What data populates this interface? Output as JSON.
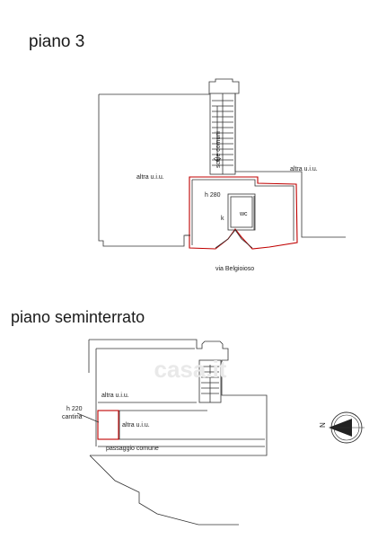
{
  "floor3": {
    "title": "piano 3",
    "labels": {
      "stairs": "scale comuni",
      "other_left": "altra u.i.u.",
      "other_right": "altra u.i.u.",
      "height": "h 280",
      "kitchen": "k",
      "wc": "wc",
      "street": "via Belgioioso"
    }
  },
  "basement": {
    "title": "piano seminterrato",
    "labels": {
      "other_top": "altra u.i.u.",
      "other_mid": "altra u.i.u.",
      "height": "h 220",
      "cellar": "cantina",
      "passage": "passaggio comune"
    }
  },
  "compass": {
    "north": "N"
  },
  "watermark": "casa.it"
}
